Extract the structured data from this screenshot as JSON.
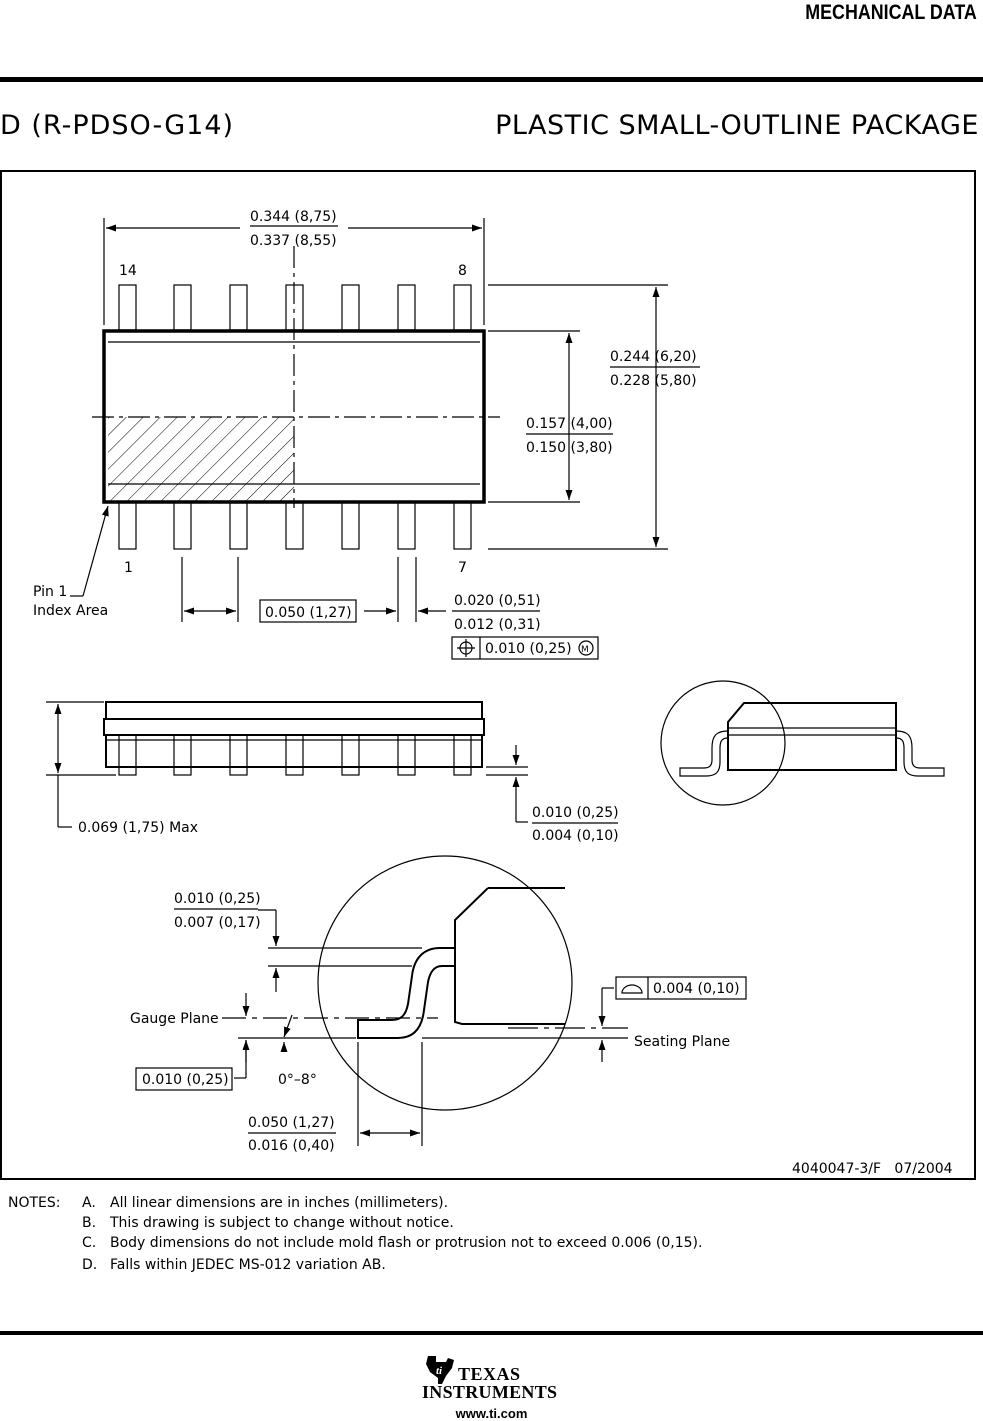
{
  "header": {
    "section_title": "MECHANICAL DATA",
    "package_code": "D (R-PDSO-G14)",
    "package_name": "PLASTIC SMALL-OUTLINE PACKAGE"
  },
  "drawing": {
    "top_view": {
      "length_max": "0.344 (8,75)",
      "length_min": "0.337 (8,55)",
      "pin_label_14": "14",
      "pin_label_8": "8",
      "pin_label_1": "1",
      "pin_label_7": "7",
      "total_width_max": "0.244 (6,20)",
      "total_width_min": "0.228 (5,80)",
      "body_width_max": "0.157 (4,00)",
      "body_width_min": "0.150 (3,80)",
      "pin1_label_line1": "Pin 1",
      "pin1_label_line2": "Index Area",
      "pitch": "0.050 (1,27)",
      "lead_width_max": "0.020 (0,51)",
      "lead_width_min": "0.012 (0,31)",
      "position_tolerance": "0.010 (0,25)",
      "mmc_symbol": "M"
    },
    "side_view": {
      "height_max": "0.069 (1,75) Max",
      "standoff_max": "0.010 (0,25)",
      "standoff_min": "0.004 (0,10)"
    },
    "detail_view": {
      "lead_thickness_max": "0.010 (0,25)",
      "lead_thickness_min": "0.007 (0,17)",
      "gauge_plane_label": "Gauge Plane",
      "gauge_dimension": "0.010 (0,25)",
      "angle": "0°–8°",
      "foot_length_max": "0.050 (1,27)",
      "foot_length_min": "0.016 (0,40)",
      "coplanarity": "0.004 (0,10)",
      "seating_plane_label": "Seating Plane"
    },
    "drawing_id": "4040047-3/F   07/2004"
  },
  "notes": {
    "label": "NOTES:",
    "items": [
      {
        "letter": "A.",
        "text": "All linear dimensions are in inches (millimeters)."
      },
      {
        "letter": "B.",
        "text": "This drawing is subject to change without notice."
      },
      {
        "letter": "C.",
        "text": "Body dimensions do not include mold flash or protrusion not to exceed 0.006 (0,15)."
      },
      {
        "letter": "D.",
        "text": "Falls within JEDEC MS-012 variation AB."
      }
    ]
  },
  "footer": {
    "logo_line1": "TEXAS",
    "logo_line2": "INSTRUMENTS",
    "url": "www.ti.com"
  }
}
